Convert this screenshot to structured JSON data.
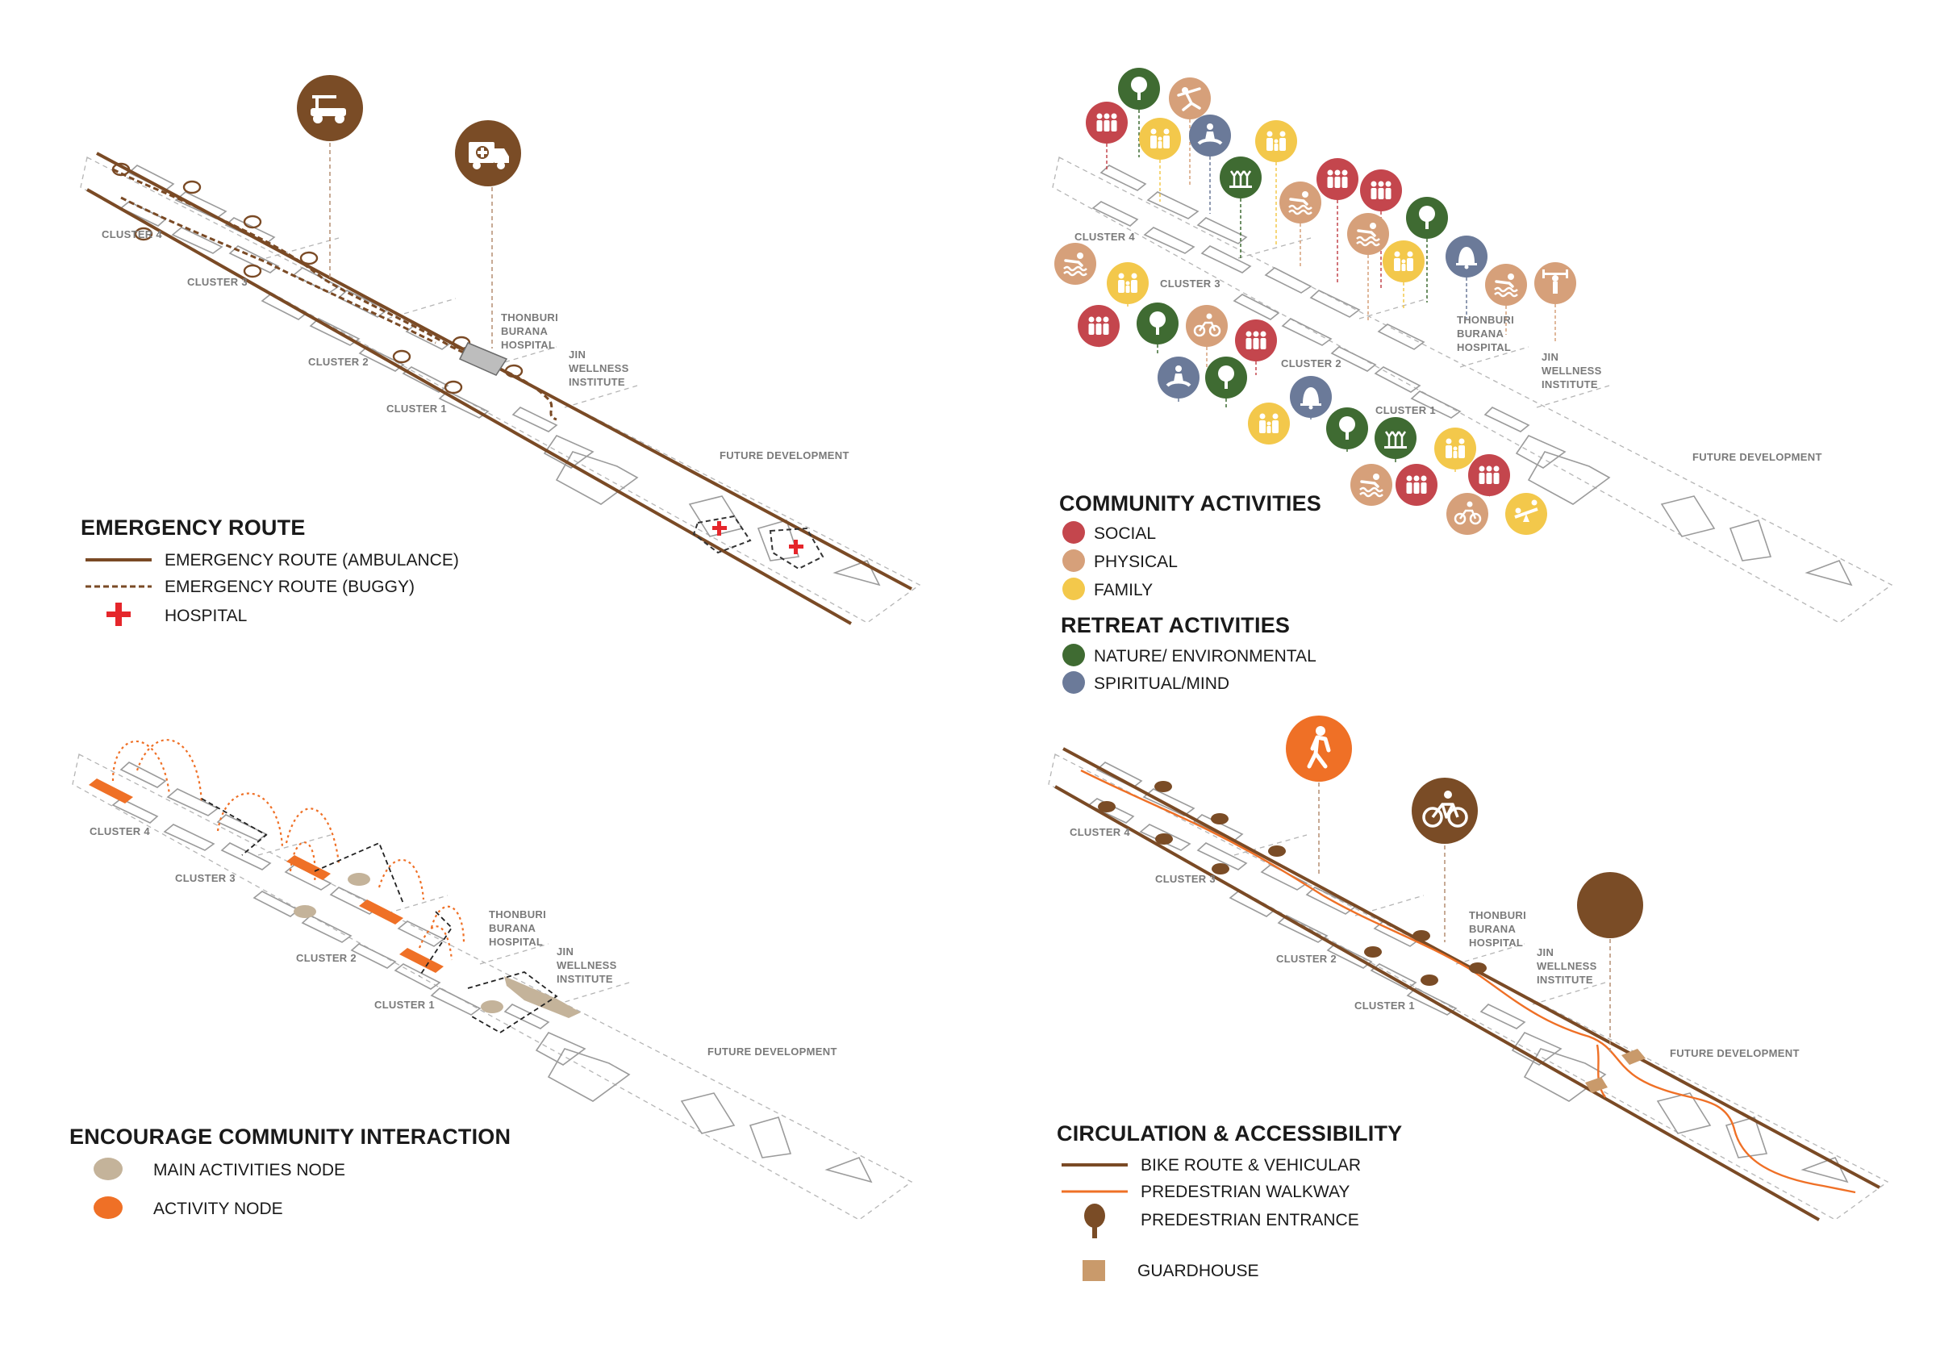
{
  "colors": {
    "brown": "#7a4a25",
    "brown_icon": "#7a4c26",
    "orange": "#ef7026",
    "beige": "#c4b39a",
    "social": "#c4464d",
    "physical": "#d6a07a",
    "family": "#f3c84b",
    "nature": "#3f6b32",
    "spiritual": "#6b7a99",
    "hospital_red": "#e5262b",
    "guardhouse": "#c99a6b"
  },
  "panels": {
    "emergency": {
      "labels": {
        "cluster4": "CLUSTER 4",
        "cluster3": "CLUSTER 3",
        "cluster2": "CLUSTER 2",
        "cluster1": "CLUSTER 1",
        "hospital": [
          "THONBURI",
          "BURANA",
          "HOSPITAL"
        ],
        "wellness": [
          "JIN",
          "WELLNESS",
          "INSTITUTE"
        ],
        "future": "FUTURE DEVELOPMENT"
      },
      "icons": [
        "buggy-icon",
        "ambulance-icon"
      ],
      "legend": {
        "title": "EMERGENCY ROUTE",
        "items": [
          "EMERGENCY ROUTE (AMBULANCE)",
          "EMERGENCY ROUTE (BUGGY)",
          "HOSPITAL"
        ]
      }
    },
    "community": {
      "labels": {
        "cluster4": "CLUSTER 4",
        "cluster3": "CLUSTER 3",
        "cluster2": "CLUSTER 2",
        "cluster1": "CLUSTER 1",
        "hospital": [
          "THONBURI",
          "BURANA",
          "HOSPITAL"
        ],
        "wellness": [
          "JIN",
          "WELLNESS",
          "INSTITUTE"
        ],
        "future": "FUTURE DEVELOPMENT"
      },
      "legend": {
        "title1": "COMMUNITY ACTIVITIES",
        "items1": [
          "SOCIAL",
          "PHYSICAL",
          "FAMILY"
        ],
        "title2": "RETREAT ACTIVITIES",
        "items2": [
          "NATURE/ ENVIRONMENTAL",
          "SPIRITUAL/MIND"
        ]
      },
      "bubbles": [
        {
          "cat": "nature",
          "icon": "tree"
        },
        {
          "cat": "physical",
          "icon": "yoga"
        },
        {
          "cat": "social",
          "icon": "people"
        },
        {
          "cat": "family",
          "icon": "family"
        },
        {
          "cat": "spiritual",
          "icon": "meditation"
        },
        {
          "cat": "family",
          "icon": "family"
        },
        {
          "cat": "nature",
          "icon": "garden"
        },
        {
          "cat": "physical",
          "icon": "swim"
        },
        {
          "cat": "social",
          "icon": "people"
        },
        {
          "cat": "social",
          "icon": "people"
        },
        {
          "cat": "nature",
          "icon": "tree"
        },
        {
          "cat": "physical",
          "icon": "swim"
        },
        {
          "cat": "physical",
          "icon": "swim"
        },
        {
          "cat": "family",
          "icon": "family"
        },
        {
          "cat": "spiritual",
          "icon": "bell"
        },
        {
          "cat": "family",
          "icon": "family"
        },
        {
          "cat": "physical",
          "icon": "swim"
        },
        {
          "cat": "physical",
          "icon": "fitness"
        },
        {
          "cat": "social",
          "icon": "people"
        },
        {
          "cat": "nature",
          "icon": "tree"
        },
        {
          "cat": "physical",
          "icon": "bike"
        },
        {
          "cat": "social",
          "icon": "people"
        },
        {
          "cat": "spiritual",
          "icon": "meditation"
        },
        {
          "cat": "nature",
          "icon": "tree"
        },
        {
          "cat": "spiritual",
          "icon": "bell"
        },
        {
          "cat": "family",
          "icon": "family"
        },
        {
          "cat": "nature",
          "icon": "tree"
        },
        {
          "cat": "nature",
          "icon": "garden"
        },
        {
          "cat": "family",
          "icon": "family"
        },
        {
          "cat": "physical",
          "icon": "swim"
        },
        {
          "cat": "social",
          "icon": "people"
        },
        {
          "cat": "social",
          "icon": "people"
        },
        {
          "cat": "physical",
          "icon": "bike"
        },
        {
          "cat": "family",
          "icon": "seesaw"
        }
      ]
    },
    "interaction": {
      "labels": {
        "cluster4": "CLUSTER 4",
        "cluster3": "CLUSTER 3",
        "cluster2": "CLUSTER 2",
        "cluster1": "CLUSTER 1",
        "hospital": [
          "THONBURI",
          "BURANA",
          "HOSPITAL"
        ],
        "wellness": [
          "JIN",
          "WELLNESS",
          "INSTITUTE"
        ],
        "future": "FUTURE DEVELOPMENT"
      },
      "legend": {
        "title": "ENCOURAGE COMMUNITY INTERACTION",
        "items": [
          "MAIN ACTIVITIES NODE",
          "ACTIVITY NODE"
        ]
      }
    },
    "circulation": {
      "labels": {
        "cluster4": "CLUSTER 4",
        "cluster3": "CLUSTER 3",
        "cluster2": "CLUSTER 2",
        "cluster1": "CLUSTER 1",
        "hospital": [
          "THONBURI",
          "BURANA",
          "HOSPITAL"
        ],
        "wellness": [
          "JIN",
          "WELLNESS",
          "INSTITUTE"
        ],
        "future": "FUTURE DEVELOPMENT"
      },
      "icons": [
        "pedestrian-icon",
        "bicycle-icon",
        "blank-circle"
      ],
      "legend": {
        "title": "CIRCULATION & ACCESSIBILITY",
        "items": [
          "BIKE ROUTE & VEHICULAR",
          "PREDESTRIAN WALKWAY",
          "PREDESTRIAN ENTRANCE",
          "GUARDHOUSE"
        ]
      }
    }
  }
}
